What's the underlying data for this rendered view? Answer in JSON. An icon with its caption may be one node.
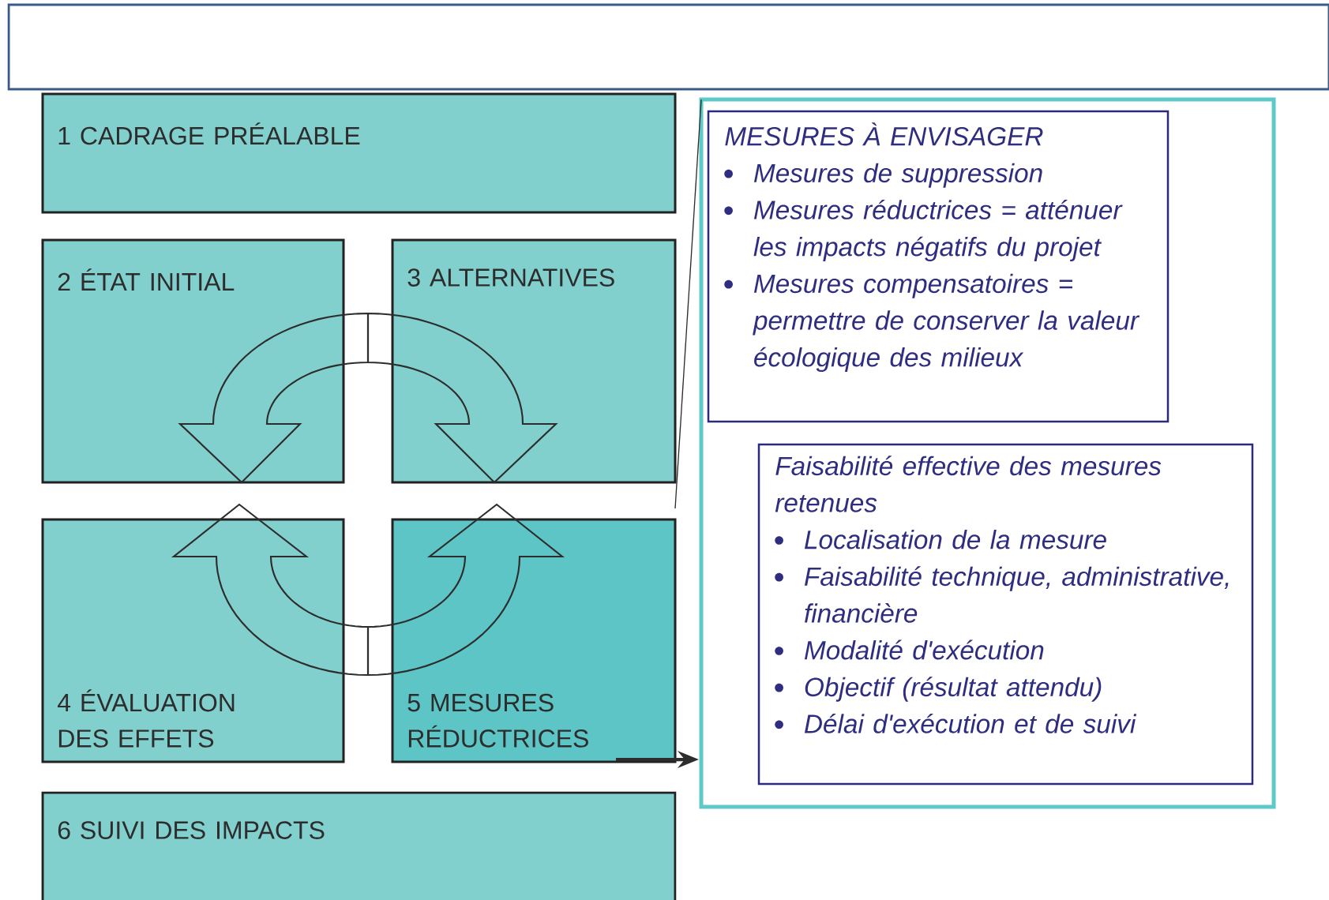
{
  "diagram": {
    "nodes": [
      {
        "text": [],
        "shape": "box"
      },
      {
        "text": [
          "1 CADRAGE PRÉALABLE"
        ]
      },
      {
        "text": [
          "2 ÉTAT INITIAL"
        ]
      },
      {
        "text": [
          "3 ALTERNATIVES"
        ]
      },
      {
        "text": [
          "4 ÉVALUATION DES EFFETS"
        ]
      },
      {
        "text": [
          "5 MESURES RÉDUCTRICES"
        ]
      },
      {
        "text": [],
        "shape": "box"
      },
      {
        "text": [
          "MESURES À ENVISAGER",
          "Mesures de suppression",
          "Mesures réductrices = atténuer les impacts négatifs du projet",
          "Mesures compensatoires = permettre de conserver la valeur écologique des milieux"
        ],
        "in": 6
      },
      {
        "text": [
          "Faisabilité effective des mesures retenues",
          "Localisation de la mesure",
          "Faisabilité technique, administrative, financière",
          "Modalité d'exécution",
          "Objectif (résultat attendu)",
          "Délai d'exécution et de suivi"
        ],
        "in": 6
      },
      {
        "text": [
          "6 SUIVI DES IMPACTS"
        ]
      }
    ],
    "edges": [
      {
        "from": 5,
        "to": 6,
        "arrow": "to",
        "style": "thick"
      },
      {
        "from": 5,
        "to": 6,
        "arrow": "none"
      }
    ]
  }
}
